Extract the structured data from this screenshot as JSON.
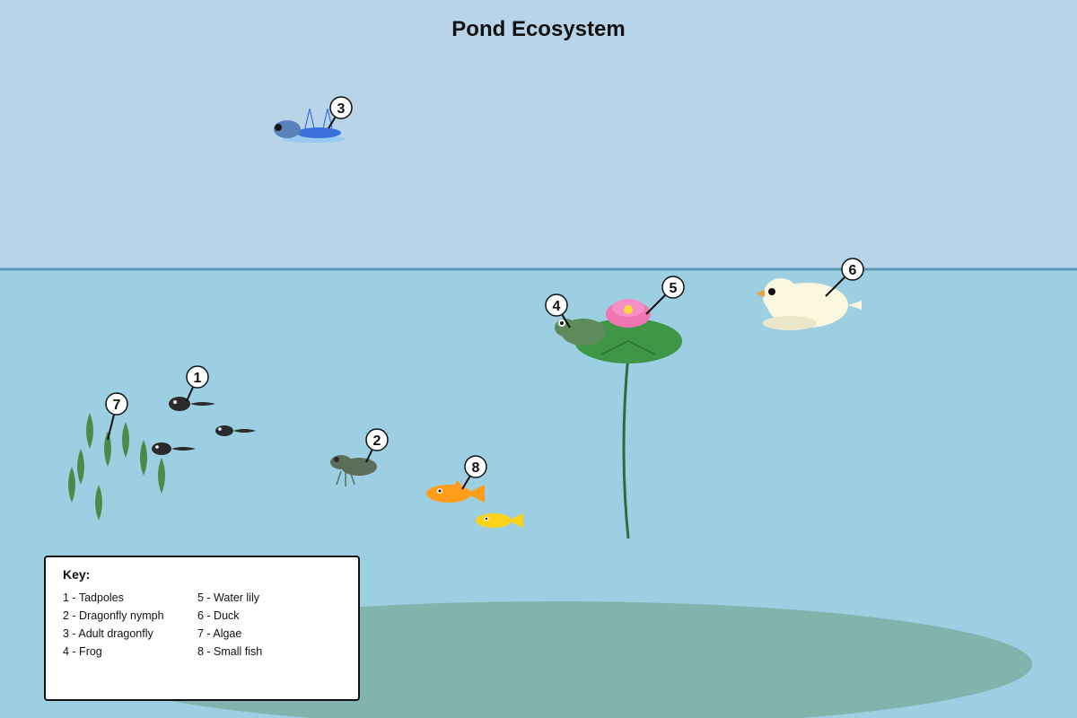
{
  "title": "Pond Ecosystem",
  "colors": {
    "sky": "#b8d4e8",
    "water": "#9ccfe2",
    "water_line": "#5b9bb8",
    "pond_bed": "#82b3ad",
    "lily_pad": "#3f9646",
    "lily_stem": "#2e6b3a",
    "lily_flower": "#ef76b3",
    "frog": "#5d8b5c",
    "duck": "#fbf7de",
    "dragonfly": "#3b6fd9",
    "algae": "#4a8a4a",
    "tadpole": "#2a2a2a",
    "nymph": "#5b6e5a",
    "fish_orange": "#ff9c1a",
    "fish_yellow": "#ffd21a"
  },
  "callouts": [
    "1",
    "2",
    "3",
    "4",
    "5",
    "6",
    "7",
    "8"
  ],
  "key": {
    "title": "Key:",
    "items": [
      "1 - Tadpoles",
      "2 - Dragonfly nymph",
      "3 - Adult dragonfly",
      "4 - Frog",
      "5 - Water lily",
      "6 - Duck",
      "7 - Algae",
      "8 - Small fish"
    ]
  }
}
